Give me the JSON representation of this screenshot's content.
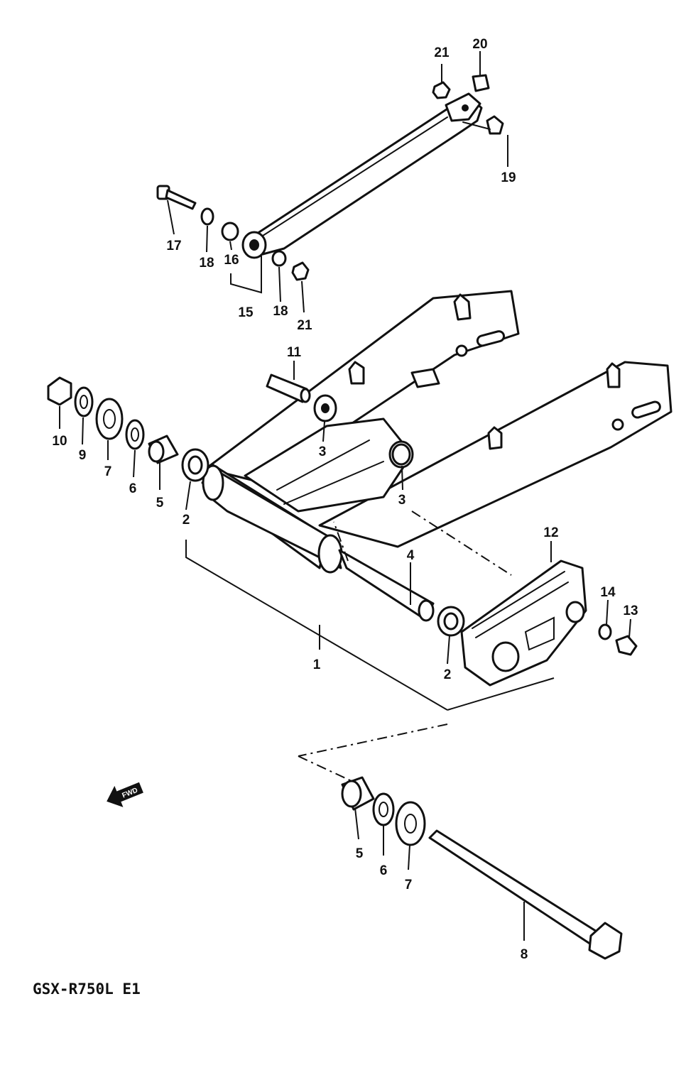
{
  "model_label": "GSX-R750L E1",
  "direction_arrow_text": "FWD",
  "callouts": {
    "c1": "1",
    "c2a": "2",
    "c2b": "2",
    "c3a": "3",
    "c3b": "3",
    "c4": "4",
    "c5a": "5",
    "c5b": "5",
    "c6a": "6",
    "c6b": "6",
    "c7a": "7",
    "c7b": "7",
    "c8": "8",
    "c9": "9",
    "c10": "10",
    "c11": "11",
    "c12": "12",
    "c13": "13",
    "c14": "14",
    "c15": "15",
    "c16": "16",
    "c17": "17",
    "c18a": "18",
    "c18b": "18",
    "c19": "19",
    "c20": "20",
    "c21a": "21",
    "c21b": "21"
  }
}
